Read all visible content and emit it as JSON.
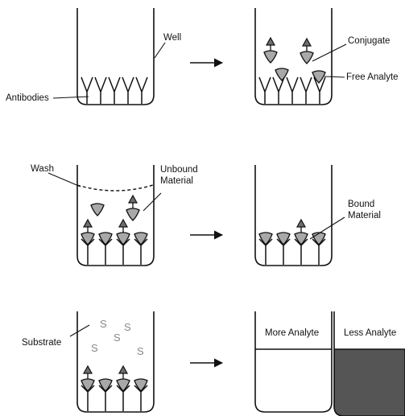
{
  "labels": {
    "well": "Well",
    "antibodies": "Antibodies",
    "conjugate": "Conjugate",
    "free_analyte": "Free Analyte",
    "wash": "Wash",
    "unbound_line1": "Unbound",
    "unbound_line2": "Material",
    "bound_line1": "Bound",
    "bound_line2": "Material",
    "substrate": "Substrate",
    "more_analyte": "More Analyte",
    "less_analyte": "Less Analyte"
  },
  "substrate_symbol": "S",
  "colors": {
    "stroke": "#111111",
    "analyte_fill": "#a8a8a8",
    "conjugate_fill": "#6e6e6e",
    "dark_well_fill": "#555555",
    "substrate_text": "#888888"
  }
}
